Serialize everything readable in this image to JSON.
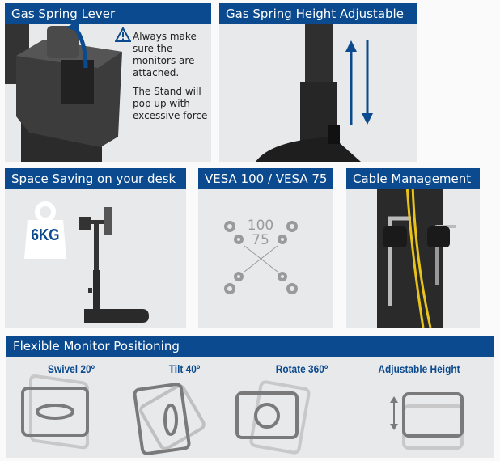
{
  "panels": {
    "gas_lever": {
      "title": "Gas Spring Lever",
      "warning_1": "Always make sure the monitors are attached.",
      "warning_2": "The Stand will pop up with excessive force"
    },
    "gas_height": {
      "title": "Gas Spring Height Adjustable"
    },
    "space": {
      "title": "Space Saving on your desk",
      "weight": "6KG"
    },
    "vesa": {
      "title": "VESA 100 / VESA 75",
      "outer": "100",
      "inner": "75"
    },
    "cable": {
      "title": "Cable Management"
    },
    "flex": {
      "title": "Flexible Monitor Positioning",
      "items": [
        {
          "label": "Swivel 20º"
        },
        {
          "label": "Tilt 40º"
        },
        {
          "label": "Rotate 360º"
        },
        {
          "label": "Adjustable Height"
        }
      ]
    }
  },
  "colors": {
    "brand": "#0b4a8e",
    "panel": "#e8e9eb",
    "icon": "#7a7a7a"
  }
}
